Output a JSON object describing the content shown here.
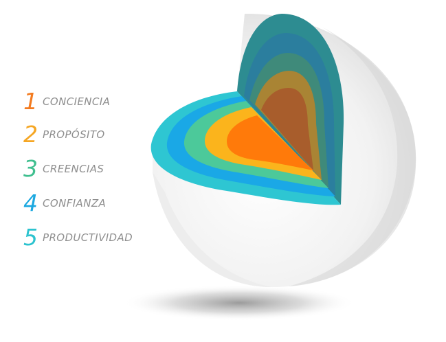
{
  "legend": [
    {
      "number": "1",
      "label": "CONCIENCIA",
      "color": "#f37b20"
    },
    {
      "number": "2",
      "label": "PROPÓSITO",
      "color": "#f5a623"
    },
    {
      "number": "3",
      "label": "CREENCIAS",
      "color": "#3fbf8f"
    },
    {
      "number": "4",
      "label": "CONFIANZA",
      "color": "#1ba8e0"
    },
    {
      "number": "5",
      "label": "PRODUCTIVIDAD",
      "color": "#2cc3cf"
    }
  ],
  "layers": {
    "core": "#ff7a0a",
    "layer2": "#fbb41c",
    "layer3": "#4cc99a",
    "layer4": "#1aa8e6",
    "layer5": "#2ec6d2",
    "shell": "#f1f1f1"
  }
}
